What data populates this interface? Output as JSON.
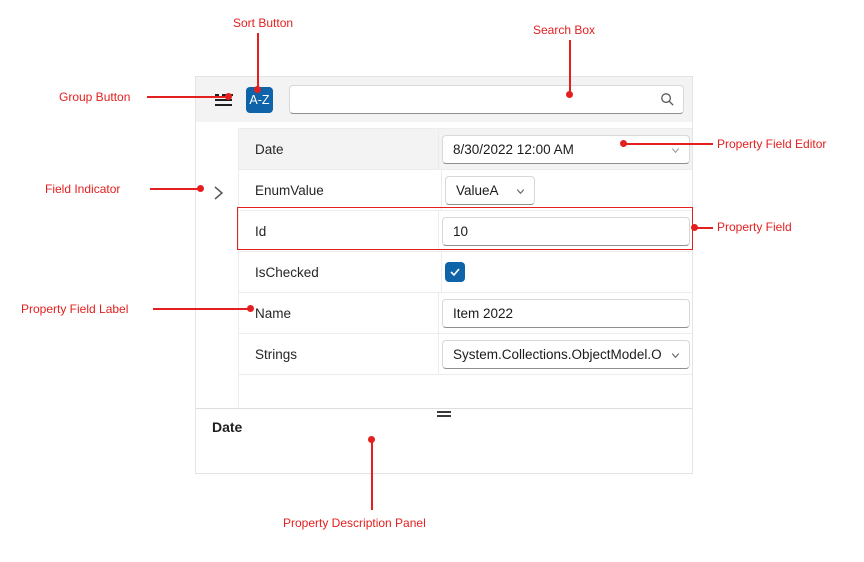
{
  "colors": {
    "annotation_red": "#e3201f",
    "accent_blue": "#0f63a8",
    "toolbar_bg": "#f3f3f3",
    "grid_line": "#ececec"
  },
  "toolbar": {
    "sort_button_label": "A-Z",
    "search_value": "",
    "search_placeholder": "",
    "icons": {
      "group": "group-list-icon",
      "search": "magnifier-icon"
    }
  },
  "grid": {
    "rows": [
      {
        "label": "Date",
        "editor": "datetime-picker",
        "value": "8/30/2022 12:00 AM",
        "selected": true
      },
      {
        "label": "EnumValue",
        "editor": "combobox",
        "value": "ValueA"
      },
      {
        "label": "Id",
        "editor": "textbox",
        "value": "10",
        "highlighted": true
      },
      {
        "label": "IsChecked",
        "editor": "checkbox",
        "checked": true
      },
      {
        "label": "Name",
        "editor": "textbox",
        "value": "Item 2022"
      },
      {
        "label": "Strings",
        "editor": "combobox",
        "value": "System.Collections.ObjectModel.O"
      }
    ],
    "icons": {
      "field_indicator": "chevron-right-icon",
      "dropdown": "chevron-down-icon",
      "checked": "check-icon"
    }
  },
  "description_panel": {
    "title": "Date",
    "icons": {
      "handle": "drag-handle-icon"
    }
  },
  "annotations": {
    "sort_button": "Sort Button",
    "search_box": "Search Box",
    "group_button": "Group Button",
    "field_indicator": "Field Indicator",
    "property_field_label": "Property Field Label",
    "property_field_editor": "Property Field Editor",
    "property_field": "Property Field",
    "description_panel": "Property Description Panel"
  }
}
